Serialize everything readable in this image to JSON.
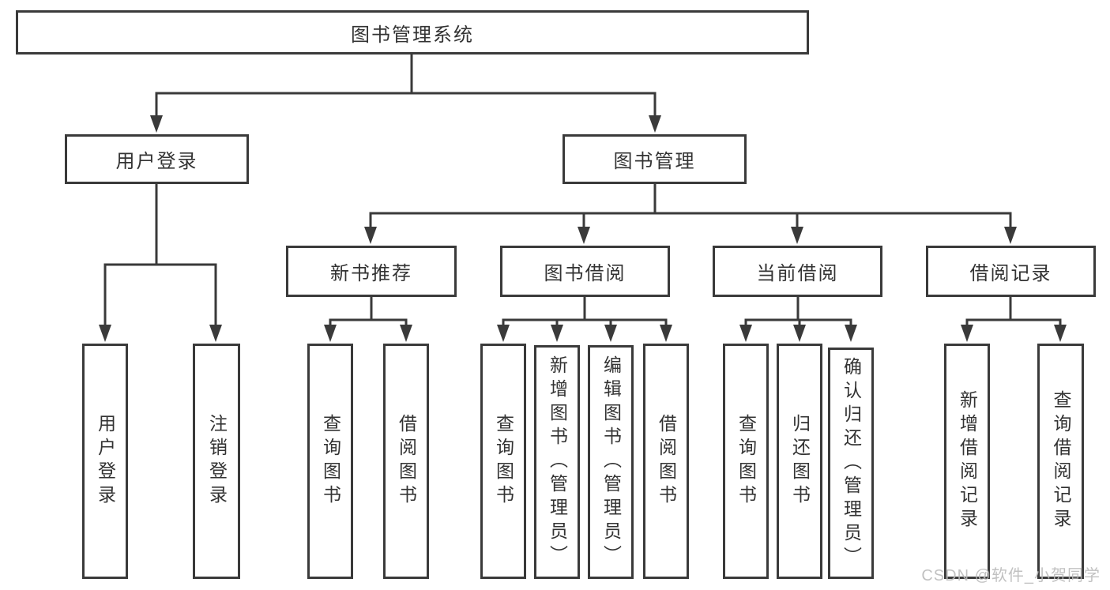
{
  "diagram": {
    "root": "图书管理系统",
    "level2": {
      "user_login": "用户登录",
      "book_management": "图书管理"
    },
    "level3": {
      "new_book_recommend": "新书推荐",
      "book_borrow": "图书借阅",
      "current_borrow": "当前借阅",
      "borrow_record": "借阅记录"
    },
    "leaves": {
      "user_login": "用户登录",
      "logout": "注销登录",
      "recommend_query_book": "查询图书",
      "recommend_borrow_book": "借阅图书",
      "borrow_query_book": "查询图书",
      "borrow_add_book": "新增图书（管理员）",
      "borrow_edit_book": "编辑图书（管理员）",
      "borrow_borrow_book": "借阅图书",
      "current_query_book": "查询图书",
      "current_return_book": "归还图书",
      "current_confirm_return": "确认归还（管理员）",
      "record_add": "新增借阅记录",
      "record_query": "查询借阅记录"
    },
    "watermark": "CSDN @软件_小贺同学",
    "colors": {
      "line": "#3a3a3a",
      "text": "#333333",
      "watermark": "#bababa",
      "background": "#ffffff"
    }
  }
}
